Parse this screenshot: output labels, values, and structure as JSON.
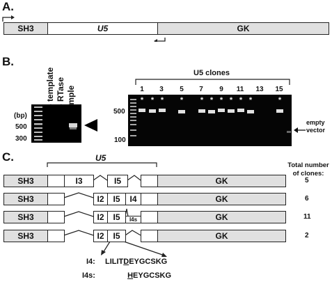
{
  "panelA": {
    "letter": "A.",
    "domains": {
      "sh3": "SH3",
      "u5": "U5",
      "gk": "GK"
    }
  },
  "panelB": {
    "letter": "B.",
    "lanes": [
      "no template",
      "no RTase",
      "sample"
    ],
    "bp_unit": "(bp)",
    "bp_ticks": [
      "500",
      "300"
    ],
    "clones_title": "U5 clones",
    "clone_numbers": [
      "1",
      "3",
      "5",
      "7",
      "9",
      "11",
      "13",
      "15"
    ],
    "clone_bp": [
      "500",
      "100"
    ],
    "empty_vector_label": "empty vector",
    "stars": [
      "*",
      "*",
      "*",
      "*",
      "*",
      "*",
      "*",
      "*",
      "*",
      "*",
      "*"
    ]
  },
  "panelC": {
    "letter": "C.",
    "u5_label": "U5",
    "total_header": "Total number of clones:",
    "rows": [
      {
        "sh3": "SH3",
        "gk": "GK",
        "inserts": [
          "I3",
          "I5"
        ],
        "count": "5"
      },
      {
        "sh3": "SH3",
        "gk": "GK",
        "inserts": [
          "I2",
          "I5",
          "I4"
        ],
        "count": "6"
      },
      {
        "sh3": "SH3",
        "gk": "GK",
        "inserts": [
          "I2",
          "I5",
          "I4s"
        ],
        "count": "11"
      },
      {
        "sh3": "SH3",
        "gk": "GK",
        "inserts": [
          "I2",
          "I5"
        ],
        "count": "2"
      }
    ],
    "seq_i4_label": "I4:",
    "seq_i4_pre": "LILIT",
    "seq_i4_mark": "D",
    "seq_i4_post": "EYGCSKG",
    "seq_i4s_label": "I4s:",
    "seq_i4s_mark": "H",
    "seq_i4s_post": "EYGCSKG"
  }
}
